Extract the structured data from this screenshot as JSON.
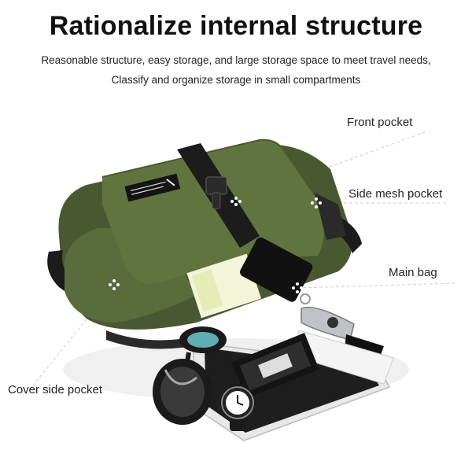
{
  "headline": "Rationalize internal structure",
  "subtitle_line1": "Reasonable structure, easy storage, and large storage space to meet travel needs,",
  "subtitle_line2": "Classify and organize storage in small compartments",
  "callouts": {
    "front_pocket": "Front pocket",
    "side_mesh_pocket": "Side mesh pocket",
    "main_bag": "Main bag",
    "cover_side_pocket": "Cover side pocket"
  },
  "colors": {
    "bag_green": "#5a6b3e",
    "bag_green_dark": "#45532e",
    "strap_black": "#1c1c1c"
  }
}
